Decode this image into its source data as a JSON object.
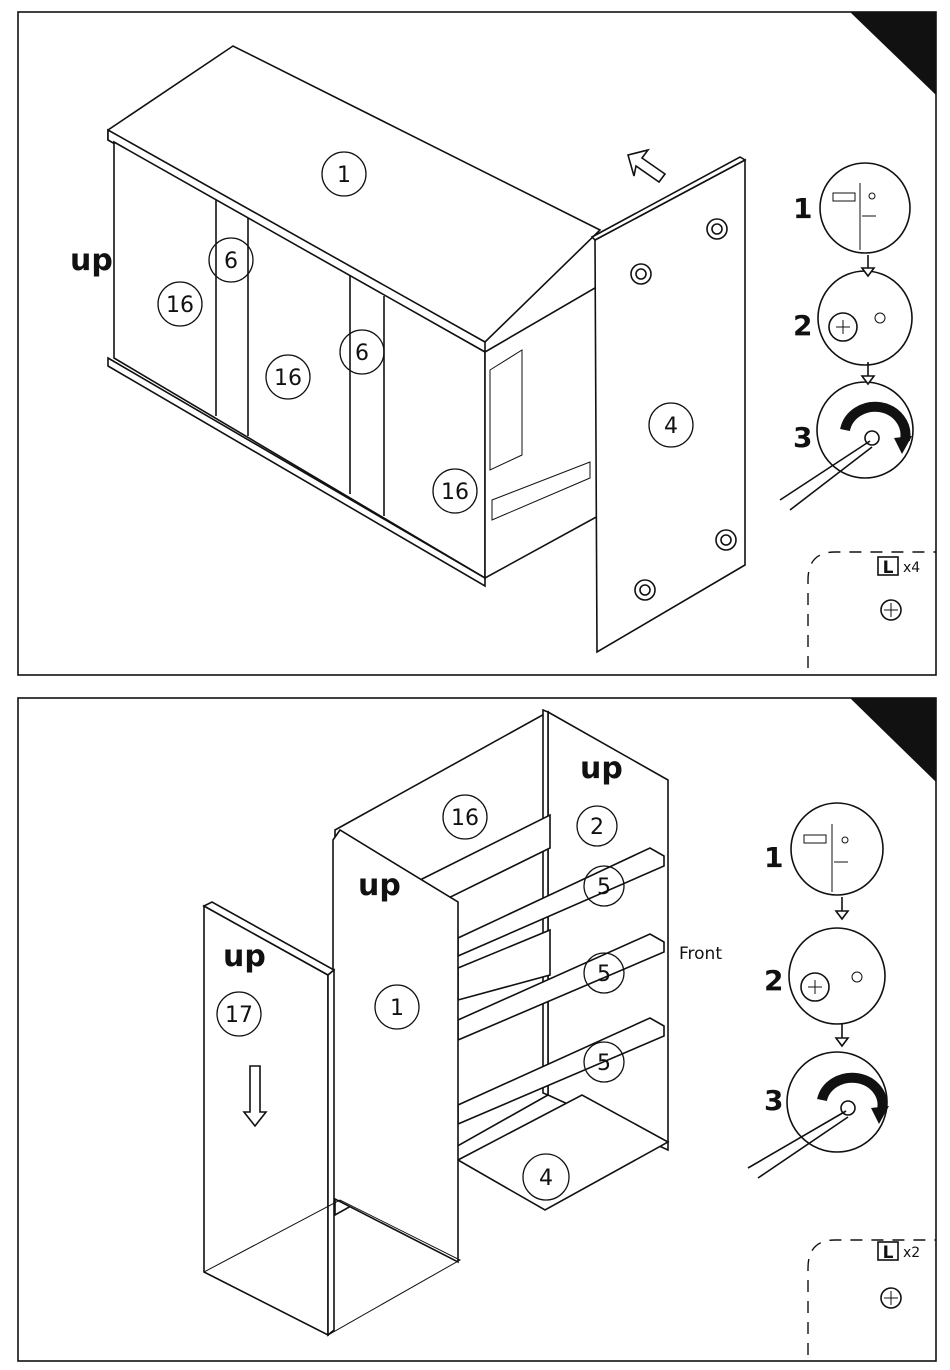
{
  "panel1": {
    "parts": {
      "top": "1",
      "divider_a": "6",
      "divider_b": "6",
      "door_a": "16",
      "door_b": "16",
      "door_c": "16",
      "side": "4"
    },
    "orientation_label": "up",
    "steps": [
      "1",
      "2",
      "3"
    ],
    "hardware": {
      "code": "L",
      "qty": "x4"
    }
  },
  "panel2": {
    "parts": {
      "back": "16",
      "right_side": "2",
      "shelf_a": "5",
      "shelf_b": "5",
      "shelf_c": "5",
      "left_side": "1",
      "panel": "17",
      "bottom": "4"
    },
    "orientation_labels": {
      "right_side": "up",
      "left_side": "up",
      "panel": "up"
    },
    "front_label": "Front",
    "steps": [
      "1",
      "2",
      "3"
    ],
    "hardware": {
      "code": "L",
      "qty": "x2"
    }
  }
}
